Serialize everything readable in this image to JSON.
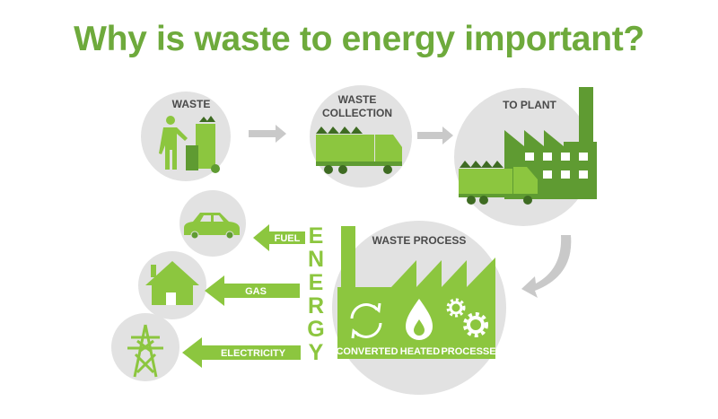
{
  "title": "Why is waste to energy important?",
  "steps": {
    "waste": "WASTE",
    "collection_line1": "WASTE",
    "collection_line2": "COLLECTION",
    "to_plant": "TO PLANT",
    "waste_process": "WASTE PROCESS"
  },
  "process_stages": [
    "CONVERTED",
    "HEATED",
    "PROCESSED"
  ],
  "energy_letters": [
    "E",
    "N",
    "E",
    "R",
    "G",
    "Y"
  ],
  "outputs": {
    "fuel": "FUEL",
    "gas": "GAS",
    "electricity": "ELECTRICITY"
  },
  "colors": {
    "green_light": "#8cc63f",
    "green_dark": "#5f9b32",
    "circle_gray": "#e2e2e2",
    "arrow_gray": "#c9c9c9",
    "title_green": "#6eaa3c"
  }
}
